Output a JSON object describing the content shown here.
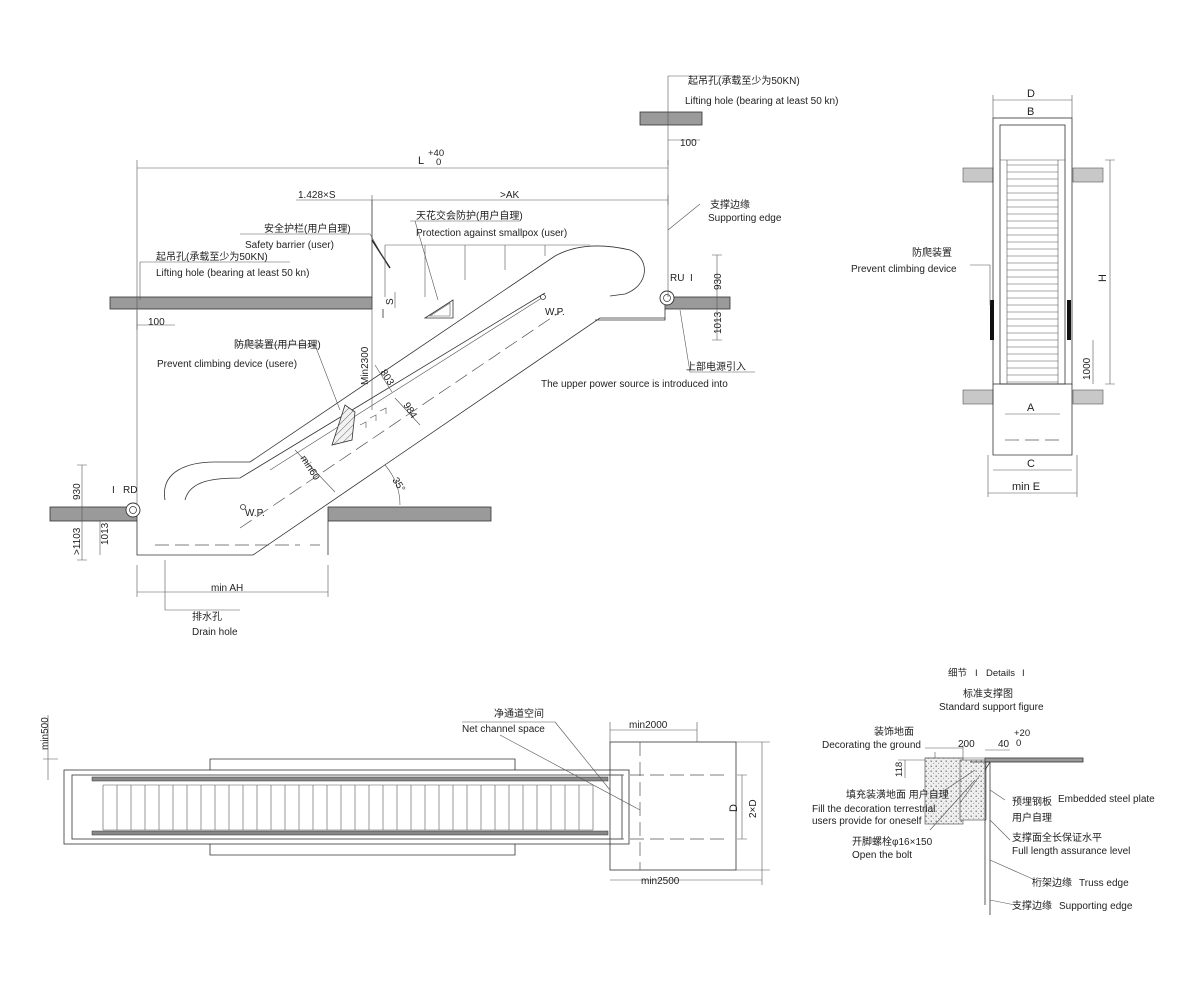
{
  "side_view": {
    "lifting_hole_top_cn": "起吊孔(承载至少为50KN)",
    "lifting_hole_top_en": "Lifting hole (bearing at least 50 kn)",
    "dim_100_top": "100",
    "dim_L": "L",
    "dim_L_tol_plus": "+40",
    "dim_L_tol_zero": "0",
    "dim_1428S": "1.428×S",
    "dim_AK": ">AK",
    "support_edge_cn": "支撑边缘",
    "support_edge_en": "Supporting edge",
    "safety_barrier_cn": "安全护栏(用户自理)",
    "safety_barrier_en": "Safety barrier (user)",
    "ceiling_protect_cn": "天花交会防护(用户自理)",
    "ceiling_protect_en": "Protection against smallpox (user)",
    "lifting_hole_left_cn": "起吊孔(承载至少为50KN)",
    "lifting_hole_left_en": "Lifting hole (bearing at least 50 kn)",
    "dim_100_left": "100",
    "ru": "RU",
    "dim_930_top": "930",
    "dim_1013_top": "1013",
    "wp_top": "W.P.",
    "dim_S": "S",
    "anti_climb_cn": "防爬装置(用户自理)",
    "anti_climb_en": "Prevent climbing device (usere)",
    "min2300": "Min2300",
    "dim_803": "803",
    "dim_984": "984",
    "upper_power_cn": "上部电源引入",
    "upper_power_en": "The upper power source is introduced into",
    "min60": "min60",
    "angle_35": "35°",
    "rd": "RD",
    "dim_930_bottom": "930",
    "dim_1103": ">1103",
    "dim_1013_bottom": "1013",
    "wp_bottom": "W.P.",
    "min_ah": "min AH",
    "drain_cn": "排水孔",
    "drain_en": "Drain hole",
    "mark_I": "I"
  },
  "end_view": {
    "dim_D": "D",
    "dim_B": "B",
    "dim_H": "H",
    "anti_climb_cn": "防爬装置",
    "anti_climb_en": "Prevent climbing device",
    "dim_1000": "1000",
    "dim_A": "A",
    "dim_C": "C",
    "dim_minE": "min E"
  },
  "plan_view": {
    "min500": "min500",
    "net_space_cn": "净通道空间",
    "net_space_en": "Net channel space",
    "min2000": "min2000",
    "dim_D": "D",
    "dim_2D": "2×D",
    "min2500": "min2500"
  },
  "detail": {
    "title_cn": "细节",
    "title_sep": "I",
    "title_en": "Details",
    "title_end": "I",
    "subtitle_cn": "标准支撑图",
    "subtitle_en": "Standard support figure",
    "decorate_cn": "装饰地面",
    "decorate_en": "Decorating the ground",
    "dim_200": "200",
    "dim_40": "40",
    "tol_plus20": "+20",
    "tol_zero": "0",
    "dim_118": "118",
    "fill_cn": "填充装潢地面 用户自理",
    "fill_en1": "Fill the decoration terrestrial",
    "fill_en2": "users provide for oneself",
    "steel_plate_cn": "预埋钢板",
    "steel_plate_en": "Embedded steel plate",
    "user_cn": "用户自理",
    "bolt_cn": "开脚螺栓φ16×150",
    "bolt_en": "Open the bolt",
    "level_cn": "支撑面全长保证水平",
    "level_en": "Full length assurance level",
    "truss_cn": "桁架边缘",
    "truss_en": "Truss edge",
    "support_cn": "支撑边缘",
    "support_en": "Supporting edge"
  }
}
